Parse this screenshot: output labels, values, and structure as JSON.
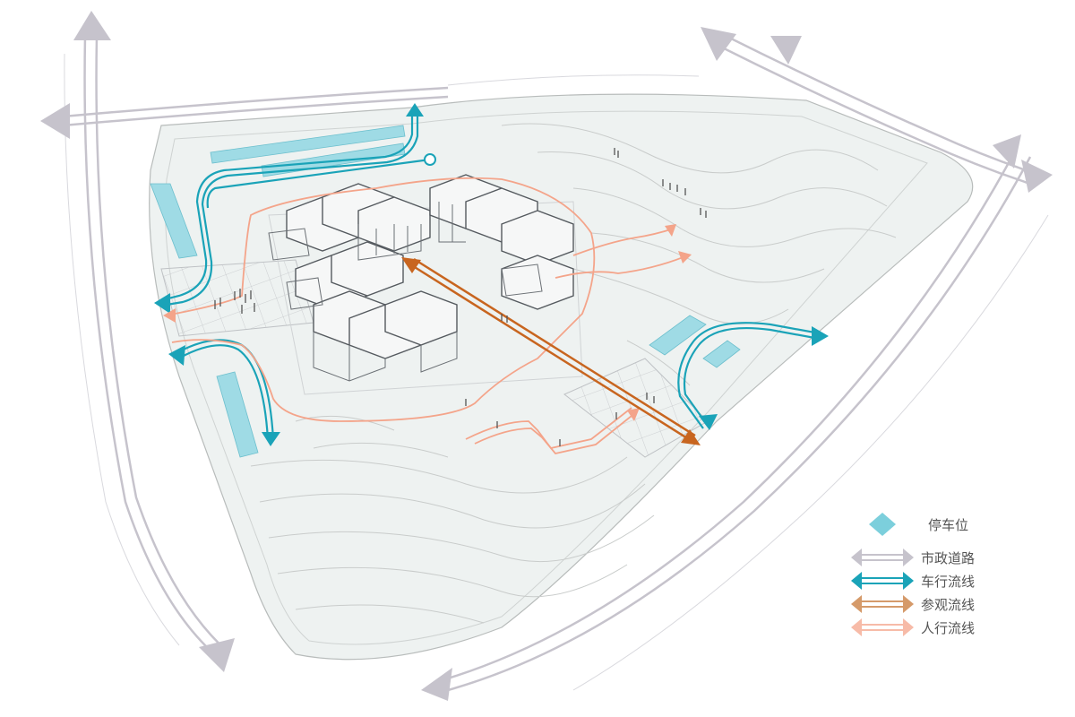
{
  "legend": {
    "parking": {
      "label": "停车位",
      "color": "#7ccfdc"
    },
    "municipal": {
      "label": "市政道路",
      "color": "#c6c3cc"
    },
    "vehicle": {
      "label": "车行流线",
      "color": "#1aa3b8"
    },
    "visitor": {
      "label": "参观流线",
      "color": "#c8651f"
    },
    "pedestrian": {
      "label": "人行流线",
      "color": "#f4a48a"
    }
  },
  "colors": {
    "site_fill": "#f1f4f3",
    "contour": "#c9cccb",
    "building_line": "#555a5f",
    "plaza_grid": "#b9bcbf"
  }
}
